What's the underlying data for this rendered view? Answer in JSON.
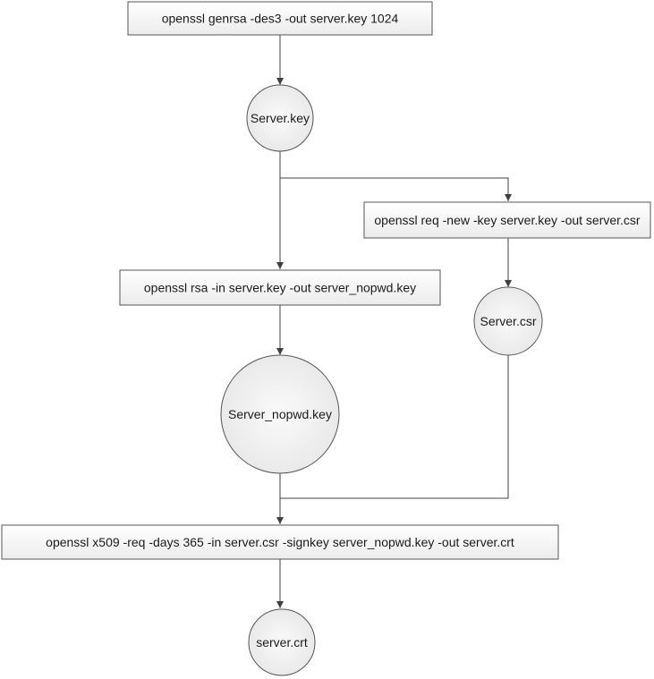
{
  "commands": {
    "genrsa": "openssl genrsa -des3 -out server.key 1024",
    "req": "openssl req -new -key server.key -out server.csr",
    "rsa": "openssl rsa -in server.key -out server_nopwd.key",
    "x509": "openssl x509 -req -days 365 -in server.csr -signkey server_nopwd.key -out server.crt"
  },
  "files": {
    "server_key": "Server.key",
    "server_csr": "Server.csr",
    "server_nopwd_key": "Server_nopwd.key",
    "server_crt": "server.crt"
  },
  "colors": {
    "box_fill_top": "#ffffff",
    "box_fill_bottom": "#ececec",
    "circle_fill": "#f0f0f0",
    "stroke": "#555555",
    "edge": "#404040"
  }
}
